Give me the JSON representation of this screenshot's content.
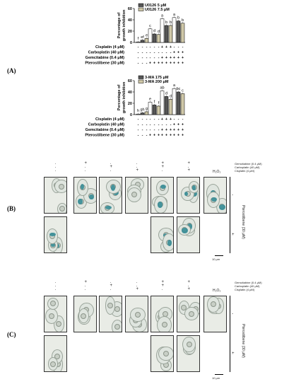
{
  "figure": {
    "panels": {
      "a": "(A)",
      "b": "(B)",
      "c": "(C)"
    },
    "scale_bar": "10 μm",
    "h2o2": "H₂O₂",
    "side_label": "Pterostilbene (30 μM)",
    "conditions": [
      "Gemcitabine (0.4 μM)",
      "Carboplatin (40 μM)",
      "Cisplatin (4 μM)"
    ],
    "column_signs": [
      [
        ".",
        "+",
        ".",
        ".",
        "+",
        "+"
      ],
      [
        ".",
        ".",
        "+",
        ".",
        "+",
        "."
      ],
      [
        ".",
        ".",
        ".",
        "+",
        ".",
        "+"
      ]
    ],
    "row_signs": [
      "-",
      "+"
    ]
  },
  "chart_data": [
    {
      "type": "bar",
      "ylabel": "Percentage of growth inhibition",
      "ylim": [
        0,
        60
      ],
      "yticks": [
        0,
        20,
        40,
        60
      ],
      "legend": "top-left",
      "series": [
        {
          "name": "",
          "color": "#ffffff",
          "values": [
            1,
            24,
            42,
            44
          ]
        },
        {
          "name": "U0126 5 μM",
          "color": "#555555",
          "values": [
            4,
            15,
            30,
            38
          ]
        },
        {
          "name": "U0126 7.5 μM",
          "color": "#cfc8a8",
          "values": [
            7,
            14,
            30,
            34
          ]
        }
      ],
      "letters": [
        [
          "f",
          "ef",
          "e"
        ],
        [
          "c",
          "d",
          "d"
        ],
        [
          "a",
          "b",
          "b"
        ],
        [
          "a",
          "b",
          "b"
        ]
      ],
      "treatment_rows": [
        {
          "label": "Cisplatin (4 μM)",
          "signs": [
            "-",
            "-",
            "+",
            "-"
          ]
        },
        {
          "label": "Carboplatin (40 μM)",
          "signs": [
            "-",
            "-",
            "-",
            "+"
          ]
        },
        {
          "label": "Gemcitabine (0.4 μM)",
          "signs": [
            "-",
            "-",
            "+",
            "+"
          ]
        },
        {
          "label": "Pterostilbene (30 μM)",
          "signs": [
            "-",
            "+",
            "+",
            "+"
          ]
        }
      ]
    },
    {
      "type": "bar",
      "ylabel": "Percentage of growth inhibition",
      "ylim": [
        0,
        60
      ],
      "yticks": [
        0,
        20,
        40,
        60
      ],
      "legend": "top-left",
      "series": [
        {
          "name": "",
          "color": "#ffffff",
          "values": [
            1,
            22,
            42,
            46
          ]
        },
        {
          "name": "3-MA 175 μM",
          "color": "#555555",
          "values": [
            3,
            17,
            32,
            40
          ]
        },
        {
          "name": "3-MA 200 μM",
          "color": "#cfc8a8",
          "values": [
            5,
            15,
            27,
            37
          ]
        }
      ],
      "letters": [
        [
          "h",
          "gh",
          "g"
        ],
        [
          "e",
          "f",
          "f"
        ],
        [
          "ab",
          "d",
          "d"
        ],
        [
          "a",
          "bc",
          "c"
        ]
      ],
      "treatment_rows": [
        {
          "label": "Cisplatin (4 μM)",
          "signs": [
            "-",
            "-",
            "+",
            "-"
          ]
        },
        {
          "label": "Carboplatin (40 μM)",
          "signs": [
            "-",
            "-",
            "-",
            "+"
          ]
        },
        {
          "label": "Gemcitabine (0.4 μM)",
          "signs": [
            "-",
            "-",
            "+",
            "+"
          ]
        },
        {
          "label": "Pterostilbene (30 μM)",
          "signs": [
            "-",
            "+",
            "+",
            "+"
          ]
        }
      ]
    }
  ]
}
